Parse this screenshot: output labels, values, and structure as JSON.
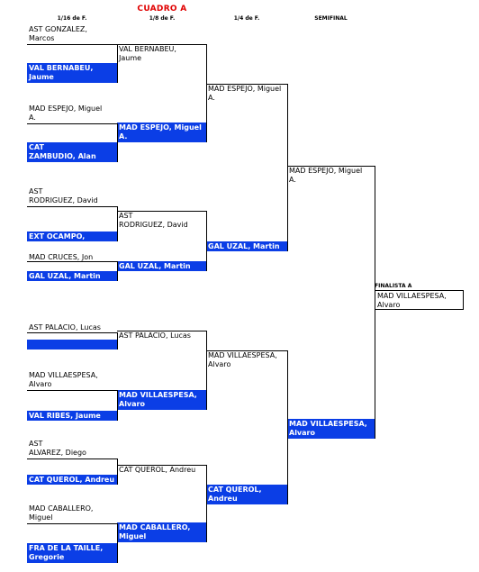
{
  "title": "CUADRO A",
  "rounds": [
    "1/16 de F.",
    "1/8 de F.",
    "1/4 de F.",
    "SEMIFINAL"
  ],
  "r1": [
    {
      "text": "AST GONZALEZ,\nMarcos",
      "win": false
    },
    {
      "text": "VAL BERNABEU,\nJaume",
      "win": true
    },
    {
      "text": "MAD ESPEJO, Miguel\nA.",
      "win": false
    },
    {
      "text": "CAT\nZAMBUDIO, Alan",
      "win": true
    },
    {
      "text": "AST\nRODRIGUEZ, David",
      "win": false
    },
    {
      "text": "EXT OCAMPO, Antonio",
      "win": true
    },
    {
      "text": "MAD CRUCES, Jon",
      "win": false
    },
    {
      "text": "GAL UZAL, Martin",
      "win": true
    },
    {
      "text": "AST PALACIO, Lucas",
      "win": false
    },
    {
      "text": "",
      "win": true
    },
    {
      "text": "MAD VILLAESPESA,\nAlvaro",
      "win": false
    },
    {
      "text": "VAL RIBES, Jaume",
      "win": true
    },
    {
      "text": "AST\nALVAREZ, Diego",
      "win": false
    },
    {
      "text": "CAT QUEROL, Andreu",
      "win": true
    },
    {
      "text": "MAD CABALLERO,\nMiguel",
      "win": false
    },
    {
      "text": "FRA DE LA TAILLE,\nGregorie",
      "win": true
    }
  ],
  "r2": [
    {
      "text": "VAL BERNABEU,\nJaume",
      "win": false
    },
    {
      "text": "MAD ESPEJO, Miguel\nA.",
      "win": true
    },
    {
      "text": "AST\nRODRIGUEZ, David",
      "win": false
    },
    {
      "text": "GAL UZAL, Martin",
      "win": true
    },
    {
      "text": "AST PALACIO, Lucas",
      "win": false
    },
    {
      "text": "MAD VILLAESPESA,\nAlvaro",
      "win": true
    },
    {
      "text": "CAT QUEROL, Andreu",
      "win": false
    },
    {
      "text": "MAD CABALLERO,\nMiguel",
      "win": true
    }
  ],
  "r3": [
    {
      "text": "MAD ESPEJO, Miguel\nA.",
      "win": false
    },
    {
      "text": "GAL UZAL, Martin",
      "win": true
    },
    {
      "text": "MAD VILLAESPESA,\nAlvaro",
      "win": false
    },
    {
      "text": "CAT QUEROL,\nAndreu",
      "win": true
    }
  ],
  "r4": [
    {
      "text": "MAD ESPEJO, Miguel\nA.",
      "win": false
    },
    {
      "text": "MAD VILLAESPESA,\nAlvaro",
      "win": true
    }
  ],
  "final": {
    "label": "FINALISTA A",
    "name": "MAD VILLAESPESA,\nAlvaro"
  }
}
